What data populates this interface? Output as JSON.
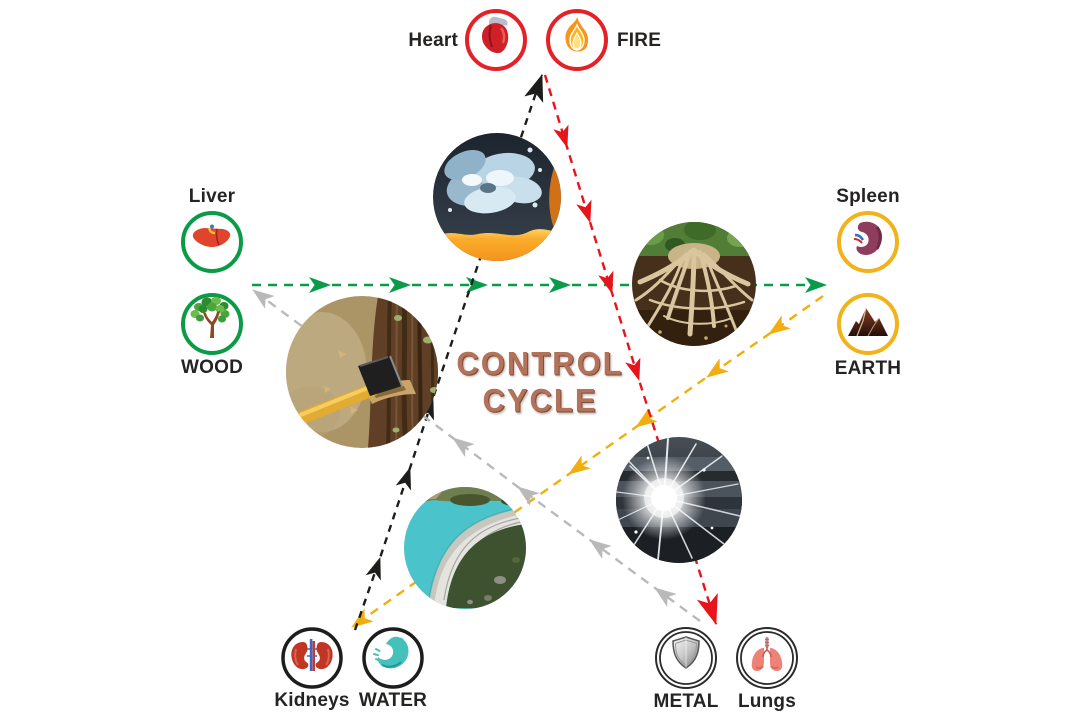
{
  "title": {
    "line1": "CONTROL",
    "line2": "CYCLE",
    "color": "#b3735a"
  },
  "background_color": "#ffffff",
  "elements": [
    {
      "position": "top",
      "organ": "Heart",
      "element": "FIRE",
      "ring_color": "#e32127"
    },
    {
      "position": "right",
      "organ": "Spleen",
      "element": "EARTH",
      "ring_color": "#f2b31a"
    },
    {
      "position": "left",
      "organ": "Liver",
      "element": "WOOD",
      "ring_color": "#0b9b47"
    },
    {
      "position": "bottom-left",
      "organ": "Kidneys",
      "element": "WATER",
      "ring_color": "#1d1d1b"
    },
    {
      "position": "bottom-right",
      "organ": "Lungs",
      "element": "METAL",
      "ring_color": "#2b2b2b"
    }
  ],
  "relations": [
    {
      "from": "Wood",
      "to": "Earth",
      "color": "#0a9b49"
    },
    {
      "from": "Earth",
      "to": "Water",
      "color": "#f2ae0e"
    },
    {
      "from": "Water",
      "to": "Fire",
      "color": "#1d1d1b"
    },
    {
      "from": "Fire",
      "to": "Metal",
      "color": "#e8141c"
    },
    {
      "from": "Metal",
      "to": "Wood",
      "color": "#b9b9b9"
    }
  ],
  "photos": [
    {
      "name": "water-splashing-on-fire"
    },
    {
      "name": "tree-roots-in-soil"
    },
    {
      "name": "axe-chopping-wood"
    },
    {
      "name": "dam-holding-water"
    },
    {
      "name": "welding-sparks-on-metal"
    }
  ],
  "icons": {
    "heart": "heart-icon",
    "fire": "flame-icon",
    "liver": "liver-icon",
    "wood": "tree-icon",
    "spleen": "spleen-icon",
    "earth": "mountain-icon",
    "kidneys": "kidneys-icon",
    "water": "water-swirl-icon",
    "metal": "shield-icon",
    "lungs": "lungs-icon"
  }
}
